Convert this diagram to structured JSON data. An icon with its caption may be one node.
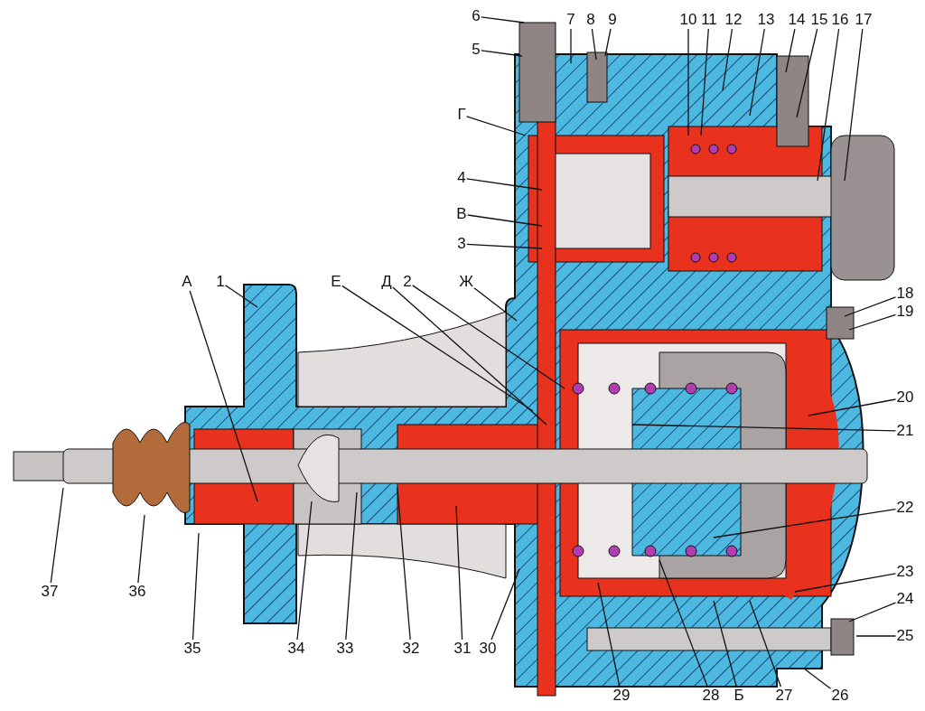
{
  "diagram": {
    "nodes": [
      {
        "text": [
          "6"
        ]
      },
      {
        "text": [
          "7"
        ]
      },
      {
        "text": [
          "8"
        ]
      },
      {
        "text": [
          "9"
        ]
      },
      {
        "text": [
          "10"
        ]
      },
      {
        "text": [
          "11"
        ]
      },
      {
        "text": [
          "12"
        ]
      },
      {
        "text": [
          "13"
        ]
      },
      {
        "text": [
          "14"
        ]
      },
      {
        "text": [
          "15"
        ]
      },
      {
        "text": [
          "16"
        ]
      },
      {
        "text": [
          "17"
        ]
      },
      {
        "text": [
          "5"
        ]
      },
      {
        "text": [
          "Г"
        ]
      },
      {
        "text": [
          "4"
        ]
      },
      {
        "text": [
          "В"
        ]
      },
      {
        "text": [
          "3"
        ]
      },
      {
        "text": [
          "А"
        ]
      },
      {
        "text": [
          "1"
        ]
      },
      {
        "text": [
          "Е"
        ]
      },
      {
        "text": [
          "Д"
        ]
      },
      {
        "text": [
          "2"
        ]
      },
      {
        "text": [
          "Ж"
        ]
      },
      {
        "text": [
          "18"
        ]
      },
      {
        "text": [
          "19"
        ]
      },
      {
        "text": [
          "20"
        ]
      },
      {
        "text": [
          "21"
        ]
      },
      {
        "text": [
          "22"
        ]
      },
      {
        "text": [
          "23"
        ]
      },
      {
        "text": [
          "24"
        ]
      },
      {
        "text": [
          "25"
        ]
      },
      {
        "text": [
          "37"
        ]
      },
      {
        "text": [
          "36"
        ]
      },
      {
        "text": [
          "35"
        ]
      },
      {
        "text": [
          "34"
        ]
      },
      {
        "text": [
          "33"
        ]
      },
      {
        "text": [
          "32"
        ]
      },
      {
        "text": [
          "31"
        ]
      },
      {
        "text": [
          "30"
        ]
      },
      {
        "text": [
          "29"
        ]
      },
      {
        "text": [
          "28"
        ]
      },
      {
        "text": [
          "Б"
        ]
      },
      {
        "text": [
          "27"
        ]
      },
      {
        "text": [
          "26"
        ]
      }
    ],
    "edges": [
      {
        "from": 0,
        "to": null,
        "arrow": "none"
      },
      {
        "from": 1,
        "to": null,
        "arrow": "none"
      },
      {
        "from": 2,
        "to": null,
        "arrow": "none"
      },
      {
        "from": 3,
        "to": null,
        "arrow": "none"
      },
      {
        "from": 4,
        "to": null,
        "arrow": "none"
      },
      {
        "from": 5,
        "to": null,
        "arrow": "none"
      },
      {
        "from": 6,
        "to": null,
        "arrow": "none"
      },
      {
        "from": 7,
        "to": null,
        "arrow": "none"
      },
      {
        "from": 8,
        "to": null,
        "arrow": "none"
      },
      {
        "from": 9,
        "to": null,
        "arrow": "none"
      },
      {
        "from": 10,
        "to": null,
        "arrow": "none"
      },
      {
        "from": 11,
        "to": null,
        "arrow": "none"
      },
      {
        "from": 12,
        "to": null,
        "arrow": "none"
      },
      {
        "from": 13,
        "to": null,
        "arrow": "none"
      },
      {
        "from": 14,
        "to": null,
        "arrow": "none"
      },
      {
        "from": 15,
        "to": null,
        "arrow": "none"
      },
      {
        "from": 16,
        "to": null,
        "arrow": "none"
      },
      {
        "from": 17,
        "to": null,
        "arrow": "none"
      },
      {
        "from": 18,
        "to": null,
        "arrow": "none"
      },
      {
        "from": 19,
        "to": null,
        "arrow": "none"
      },
      {
        "from": 20,
        "to": null,
        "arrow": "none"
      },
      {
        "from": 21,
        "to": null,
        "arrow": "none"
      },
      {
        "from": 22,
        "to": null,
        "arrow": "none"
      },
      {
        "from": 23,
        "to": null,
        "arrow": "none"
      },
      {
        "from": 24,
        "to": null,
        "arrow": "none"
      },
      {
        "from": 25,
        "to": null,
        "arrow": "none"
      },
      {
        "from": 26,
        "to": null,
        "arrow": "none"
      },
      {
        "from": 27,
        "to": null,
        "arrow": "none"
      },
      {
        "from": 28,
        "to": null,
        "arrow": "none"
      },
      {
        "from": 29,
        "to": null,
        "arrow": "none"
      },
      {
        "from": 30,
        "to": null,
        "arrow": "none"
      },
      {
        "from": 31,
        "to": null,
        "arrow": "none"
      },
      {
        "from": 32,
        "to": null,
        "arrow": "none"
      },
      {
        "from": 33,
        "to": null,
        "arrow": "none"
      },
      {
        "from": 34,
        "to": null,
        "arrow": "none"
      },
      {
        "from": 35,
        "to": null,
        "arrow": "none"
      },
      {
        "from": 36,
        "to": null,
        "arrow": "none"
      },
      {
        "from": 37,
        "to": null,
        "arrow": "none"
      },
      {
        "from": 38,
        "to": null,
        "arrow": "none"
      },
      {
        "from": 39,
        "to": null,
        "arrow": "none"
      },
      {
        "from": 40,
        "to": null,
        "arrow": "none"
      },
      {
        "from": 41,
        "to": null,
        "arrow": "none"
      },
      {
        "from": 42,
        "to": null,
        "arrow": "none"
      },
      {
        "from": 43,
        "to": null,
        "arrow": "none"
      }
    ]
  }
}
